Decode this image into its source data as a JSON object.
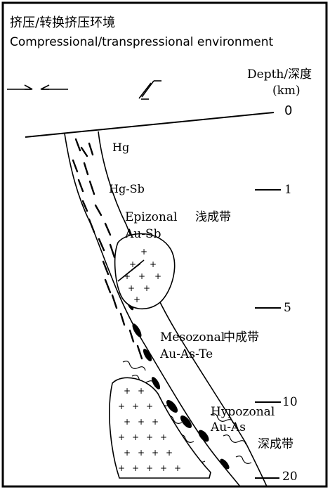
{
  "header": {
    "title_cn": "挤压/转换挤压环境",
    "title_en": "Compressional/transpressional environment"
  },
  "depth_axis": {
    "label": "Depth/深度",
    "unit": "(km)",
    "ticks": [
      "0",
      "1",
      "5",
      "10",
      "20"
    ]
  },
  "zones": {
    "hg": "Hg",
    "hgsb": "Hg-Sb",
    "epizonal": "Epizonal",
    "epizonal_cn": "浅成带",
    "epizonal_metals": "Au-Sb",
    "mesozonal": "Mesozonal",
    "mesozonal_cn": "中成带",
    "mesozonal_metals": "Au-As-Te",
    "hypozonal": "Hypozonal",
    "hypozonal_metals": "Au-As",
    "hypozonal_cn": "深成带"
  },
  "colors": {
    "ink": "#000000",
    "background": "#ffffff"
  }
}
